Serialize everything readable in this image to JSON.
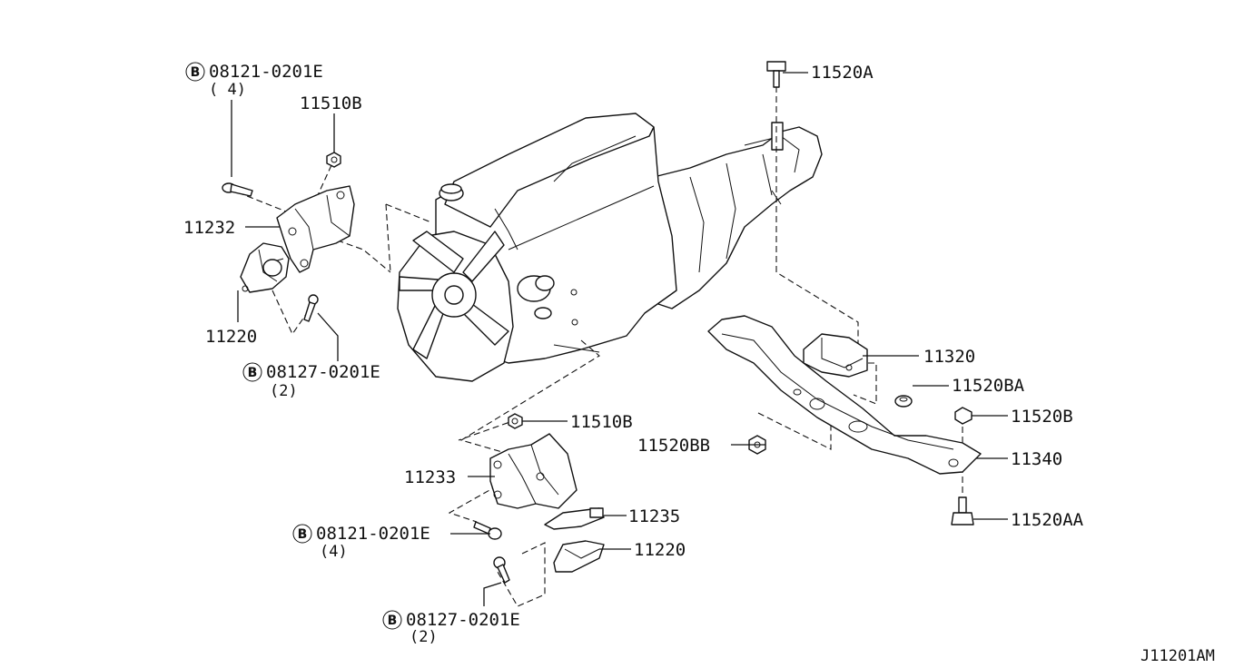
{
  "diagram_id": "J11201AM",
  "callouts": [
    {
      "id": "bolt-top-left",
      "code": "08121-0201E",
      "qty": "( 4)",
      "bolted": true
    },
    {
      "id": "nut-top",
      "code": "11510B"
    },
    {
      "id": "bracket-left",
      "code": "11232"
    },
    {
      "id": "insulator-left",
      "code": "11220"
    },
    {
      "id": "bolt-left",
      "code": "08127-0201E",
      "qty": "(2)",
      "bolted": true
    },
    {
      "id": "bolt-rear-top",
      "code": "11520A"
    },
    {
      "id": "insulator-rear",
      "code": "11320"
    },
    {
      "id": "washer-ba",
      "code": "11520BA"
    },
    {
      "id": "nut-b",
      "code": "11520B"
    },
    {
      "id": "nut-bb",
      "code": "11520BB"
    },
    {
      "id": "member",
      "code": "11340"
    },
    {
      "id": "bolt-aa",
      "code": "11520AA"
    },
    {
      "id": "nut-mid",
      "code": "11510B"
    },
    {
      "id": "bracket-right",
      "code": "11233"
    },
    {
      "id": "stopper",
      "code": "11235"
    },
    {
      "id": "insulator-right",
      "code": "11220"
    },
    {
      "id": "bolt-bottom-mid",
      "code": "08121-0201E",
      "qty": "(4)",
      "bolted": true
    },
    {
      "id": "bolt-bottom",
      "code": "08127-0201E",
      "qty": "(2)",
      "bolted": true
    }
  ],
  "bolt_mark": "B"
}
